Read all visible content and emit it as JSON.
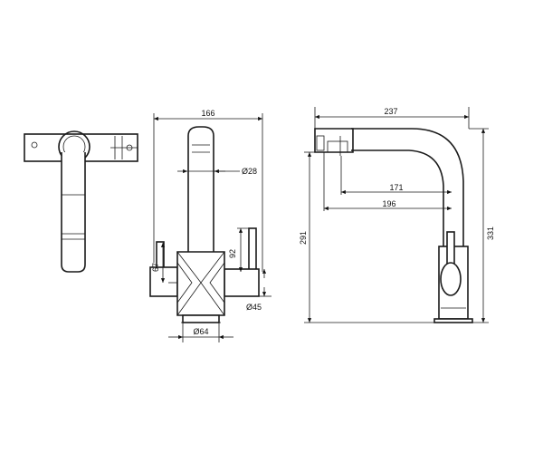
{
  "dimensions": {
    "front_width": "166",
    "spout_diameter": "Ø28",
    "lever_height": "92",
    "body_height": "67",
    "body_diameter": "Ø45",
    "base_diameter": "Ø64",
    "side_width": "237",
    "reach_171": "171",
    "reach_196": "196",
    "height_291": "291",
    "height_331": "331"
  }
}
